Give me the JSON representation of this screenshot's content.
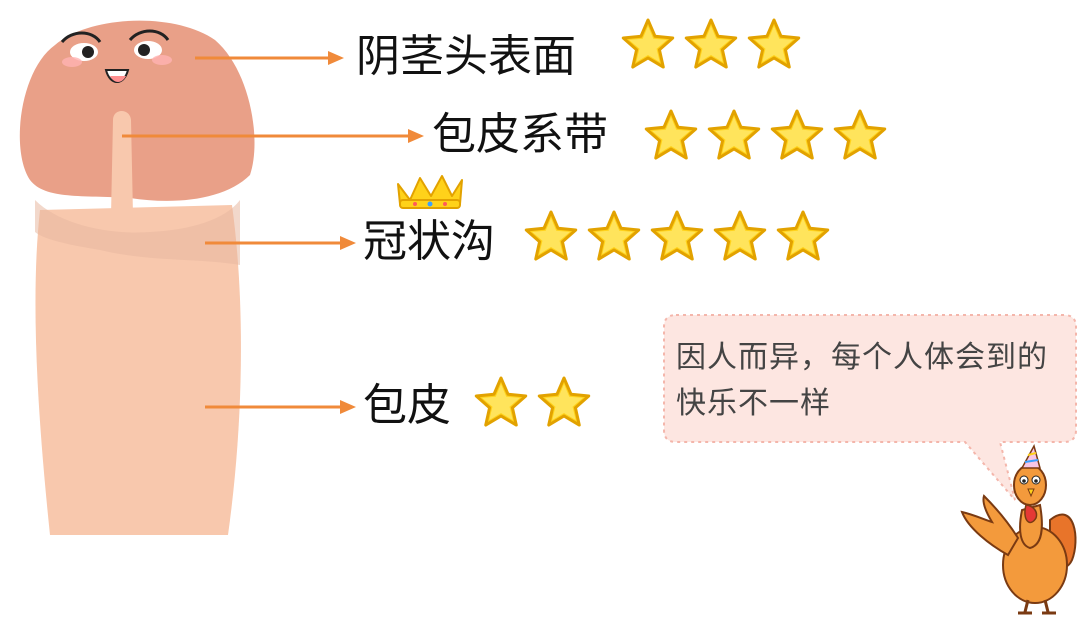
{
  "labels": [
    {
      "text": "阴茎头表面",
      "stars": 3
    },
    {
      "text": "包皮系带",
      "stars": 4
    },
    {
      "text": "冠状沟",
      "stars": 5
    },
    {
      "text": "包皮",
      "stars": 2
    }
  ],
  "bubble": {
    "text": "因人而异，每个人体会到的快乐不一样"
  },
  "colors": {
    "arrow": "#f08a3a",
    "star_fill": "#ffd21a",
    "star_stroke": "#e2a200",
    "shaft": "#f8c8ad",
    "head": "#e9a088",
    "bubble_bg": "#fde6e1",
    "bubble_border": "#f4b6ab"
  },
  "icons": [
    "star-icon",
    "crown-icon",
    "chicken-mascot-icon",
    "smiley-face-icon"
  ]
}
